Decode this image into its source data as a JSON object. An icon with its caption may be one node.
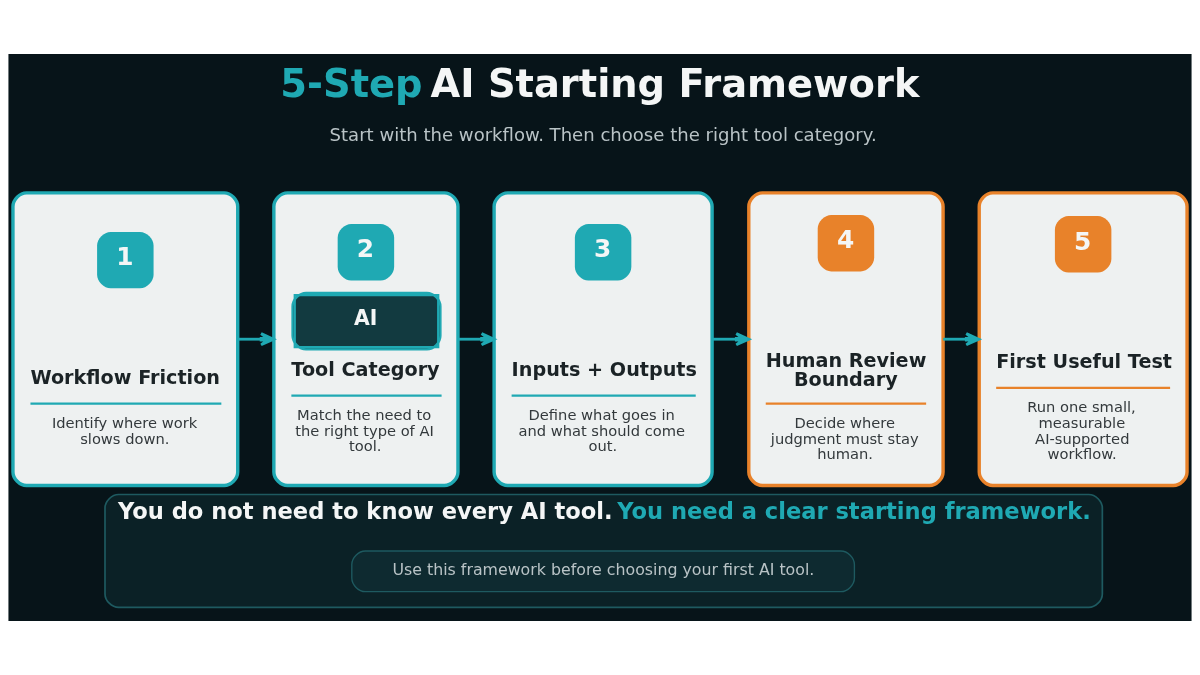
{
  "diagram": {
    "title": "5-Step AI Starting Framework",
    "nodes": [
      {
        "text": [
          "1",
          "Workflow Friction",
          "Identify where work slows down."
        ]
      },
      {
        "text": [
          "2",
          "AI",
          "Tool Category",
          "Match the need to the right type of AI tool."
        ]
      },
      {
        "text": [
          "3",
          "Inputs + Outputs",
          "Define what goes in and what should come out."
        ]
      },
      {
        "text": [
          "4",
          "Human Review Boundary",
          "Decide where judgment must stay human."
        ]
      },
      {
        "text": [
          "5",
          "First Useful Test",
          "Run one small, measurable AI-supported workflow."
        ]
      },
      {
        "text": [
          "You do not need to know every AI tool.",
          "You need a clear starting framework."
        ]
      },
      {
        "text": [
          "Use this framework before choosing your first AI tool."
        ],
        "in": 5
      }
    ],
    "edges": [
      {
        "from": 0,
        "to": 1,
        "arrow": "to"
      },
      {
        "from": 1,
        "to": 2,
        "arrow": "to"
      },
      {
        "from": 2,
        "to": 3,
        "arrow": "to"
      },
      {
        "from": 3,
        "to": 4,
        "arrow": "to"
      }
    ],
    "labels": [
      "Start with the workflow. Then choose the right tool category."
    ]
  }
}
